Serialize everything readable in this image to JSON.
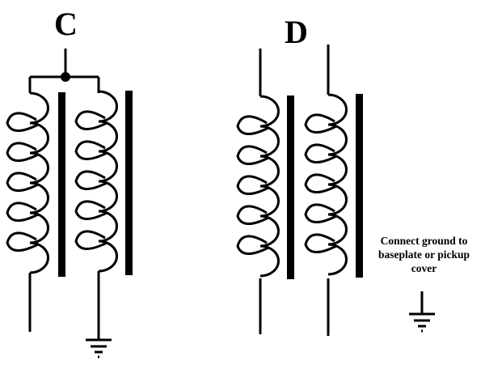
{
  "diagram": {
    "circuits": [
      {
        "id": "C",
        "label": "C",
        "coils": 2,
        "turns_per_coil": 5,
        "connection": "parallel",
        "ground": "right coil bottom lead"
      },
      {
        "id": "D",
        "label": "D",
        "coils": 2,
        "turns_per_coil": 5,
        "connection": "separate leads",
        "ground": "baseplate or pickup cover"
      }
    ],
    "note": "Connect ground  to baseplate or pickup cover",
    "colors": {
      "ink": "#000000",
      "background": "#ffffff"
    }
  }
}
